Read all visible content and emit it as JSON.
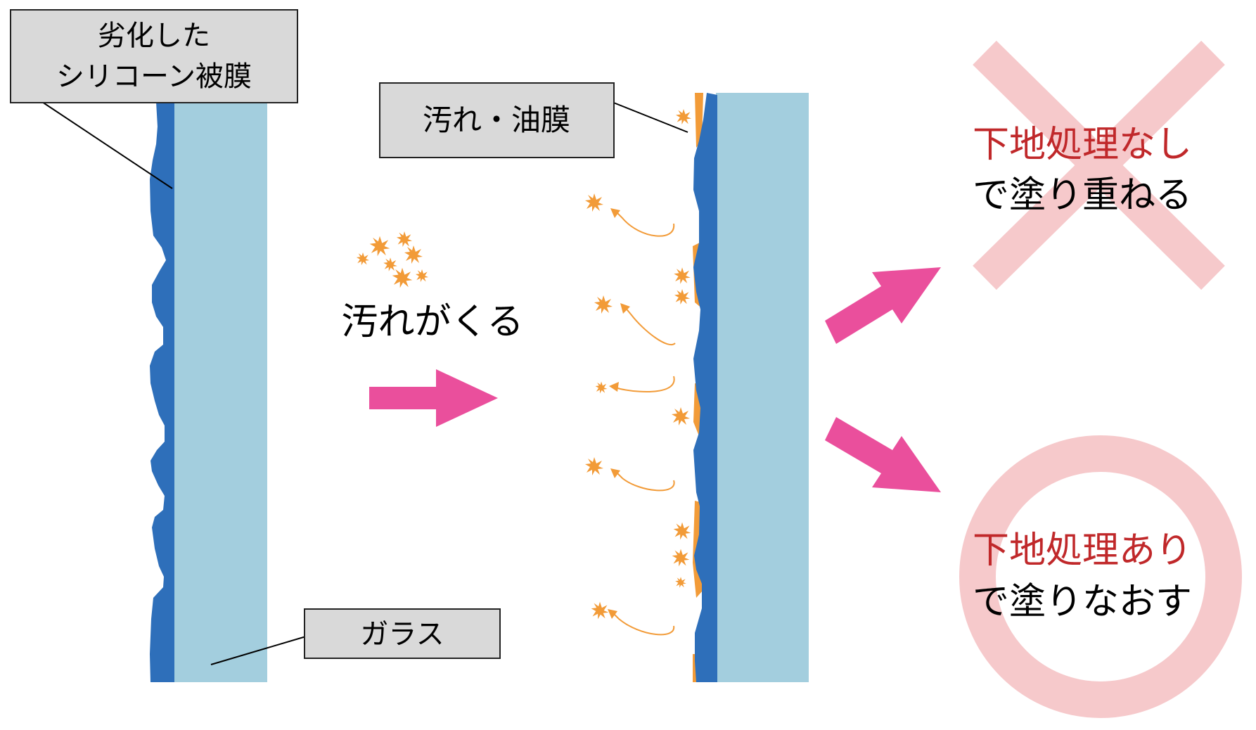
{
  "labels": {
    "degraded_line1": "劣化した",
    "degraded_line2": "シリコーン被膜",
    "dirt_film": "汚れ・油膜",
    "glass": "ガラス",
    "dirt_comes": "汚れがくる"
  },
  "outcomes": {
    "bad": {
      "red_text": "下地処理なし",
      "black_text": "で塗り重ねる",
      "symbol": "cross-mark"
    },
    "good": {
      "red_text": "下地処理あり",
      "black_text": "で塗りなおす",
      "symbol": "circle-mark"
    }
  },
  "colors": {
    "coating_blue": "#2e6fba",
    "glass_blue": "#a3cede",
    "dirt_orange": "#f29b38",
    "arrow_pink": "#ea4f9c",
    "mark_pink": "#f6c9cb",
    "red_text": "#c0282a",
    "label_box_fill": "#d9d9d9"
  }
}
